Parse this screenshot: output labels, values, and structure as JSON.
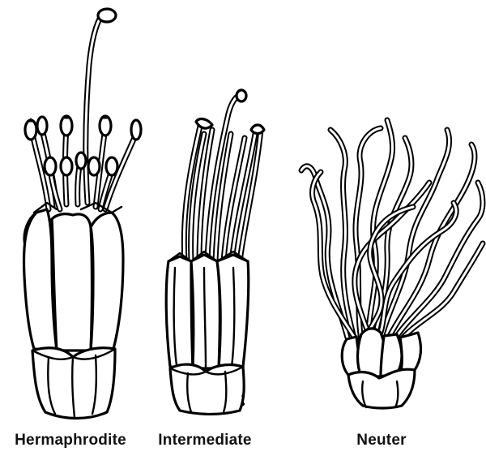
{
  "figures": [
    {
      "label": "Hermaphrodite"
    },
    {
      "label": "Intermediate"
    },
    {
      "label": "Neuter"
    }
  ]
}
